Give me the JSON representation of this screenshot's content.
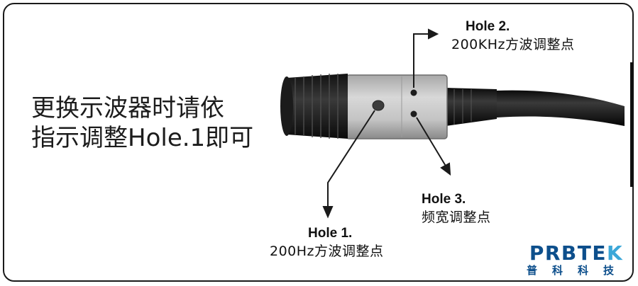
{
  "main_text": {
    "line1": "更换示波器时请依",
    "line2": "指示调整Hole.1即可"
  },
  "hole2": {
    "title": "Hole 2.",
    "desc": "200KHz方波调整点"
  },
  "hole3": {
    "title": "Hole 3.",
    "desc": "频宽调整点"
  },
  "hole1": {
    "title": "Hole 1.",
    "desc": "200Hz方波调整点"
  },
  "logo": {
    "name_main": "PRBTE",
    "name_end": "K",
    "subtitle": "普科科技"
  },
  "colors": {
    "brand": "#0d4f8c",
    "brand_accent": "#3ba7d8",
    "probe_body": "#c9c9c9",
    "knob": "#262626"
  }
}
